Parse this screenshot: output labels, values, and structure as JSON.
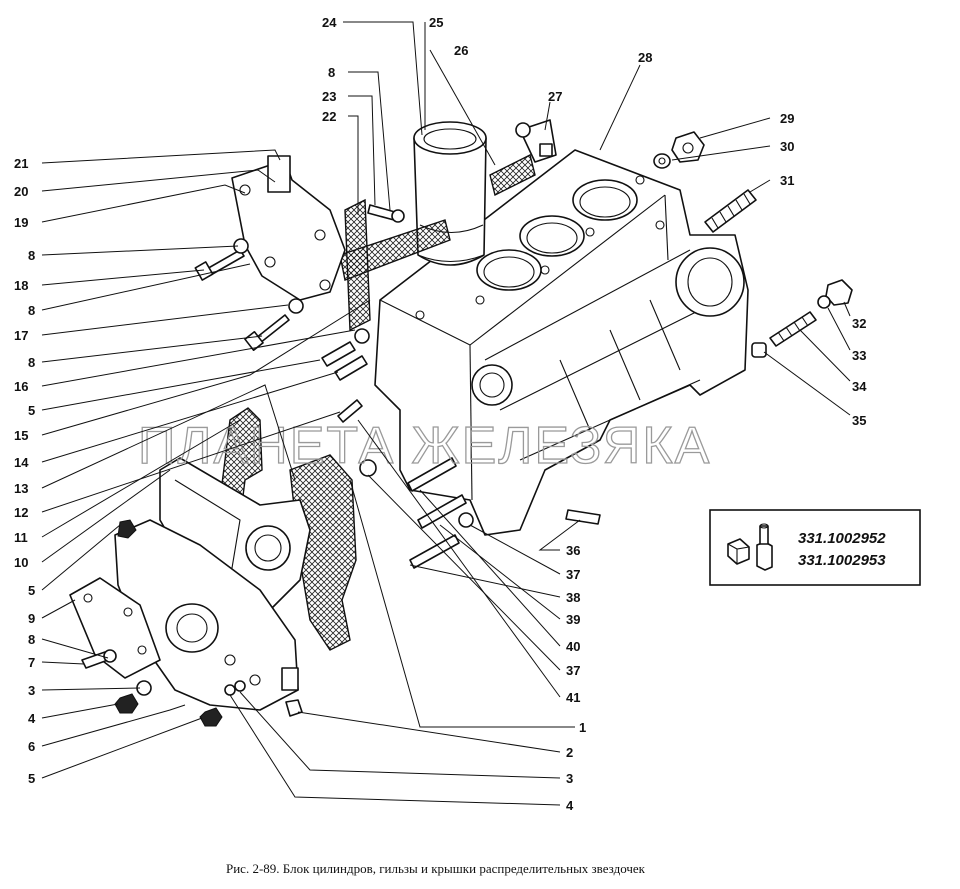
{
  "caption": "Рис. 2-89. Блок цилиндров, гильзы и крышки распределительных звездочек",
  "watermark": "ПЛАНЕТА ЖЕЛЕЗЯКА",
  "part_codes": [
    "331.1002952",
    "331.1002953"
  ],
  "callouts": {
    "c24": "24",
    "c25": "25",
    "c26": "26",
    "c28": "28",
    "c8a": "8",
    "c23": "23",
    "c22": "22",
    "c27": "27",
    "c29": "29",
    "c30": "30",
    "c31": "31",
    "c21": "21",
    "c20": "20",
    "c19": "19",
    "c8b": "8",
    "c18": "18",
    "c8c": "8",
    "c17": "17",
    "c8d": "8",
    "c16": "16",
    "c5a": "5",
    "c15": "15",
    "c14": "14",
    "c13": "13",
    "c12": "12",
    "c11": "11",
    "c10": "10",
    "c5b": "5",
    "c9": "9",
    "c8e": "8",
    "c7": "7",
    "c3a": "3",
    "c4a": "4",
    "c6": "6",
    "c5c": "5",
    "c32": "32",
    "c33": "33",
    "c34": "34",
    "c35": "35",
    "c36": "36",
    "c37a": "37",
    "c38": "38",
    "c39": "39",
    "c40": "40",
    "c37b": "37",
    "c41": "41",
    "c1": "1",
    "c2": "2",
    "c3b": "3",
    "c4b": "4"
  }
}
